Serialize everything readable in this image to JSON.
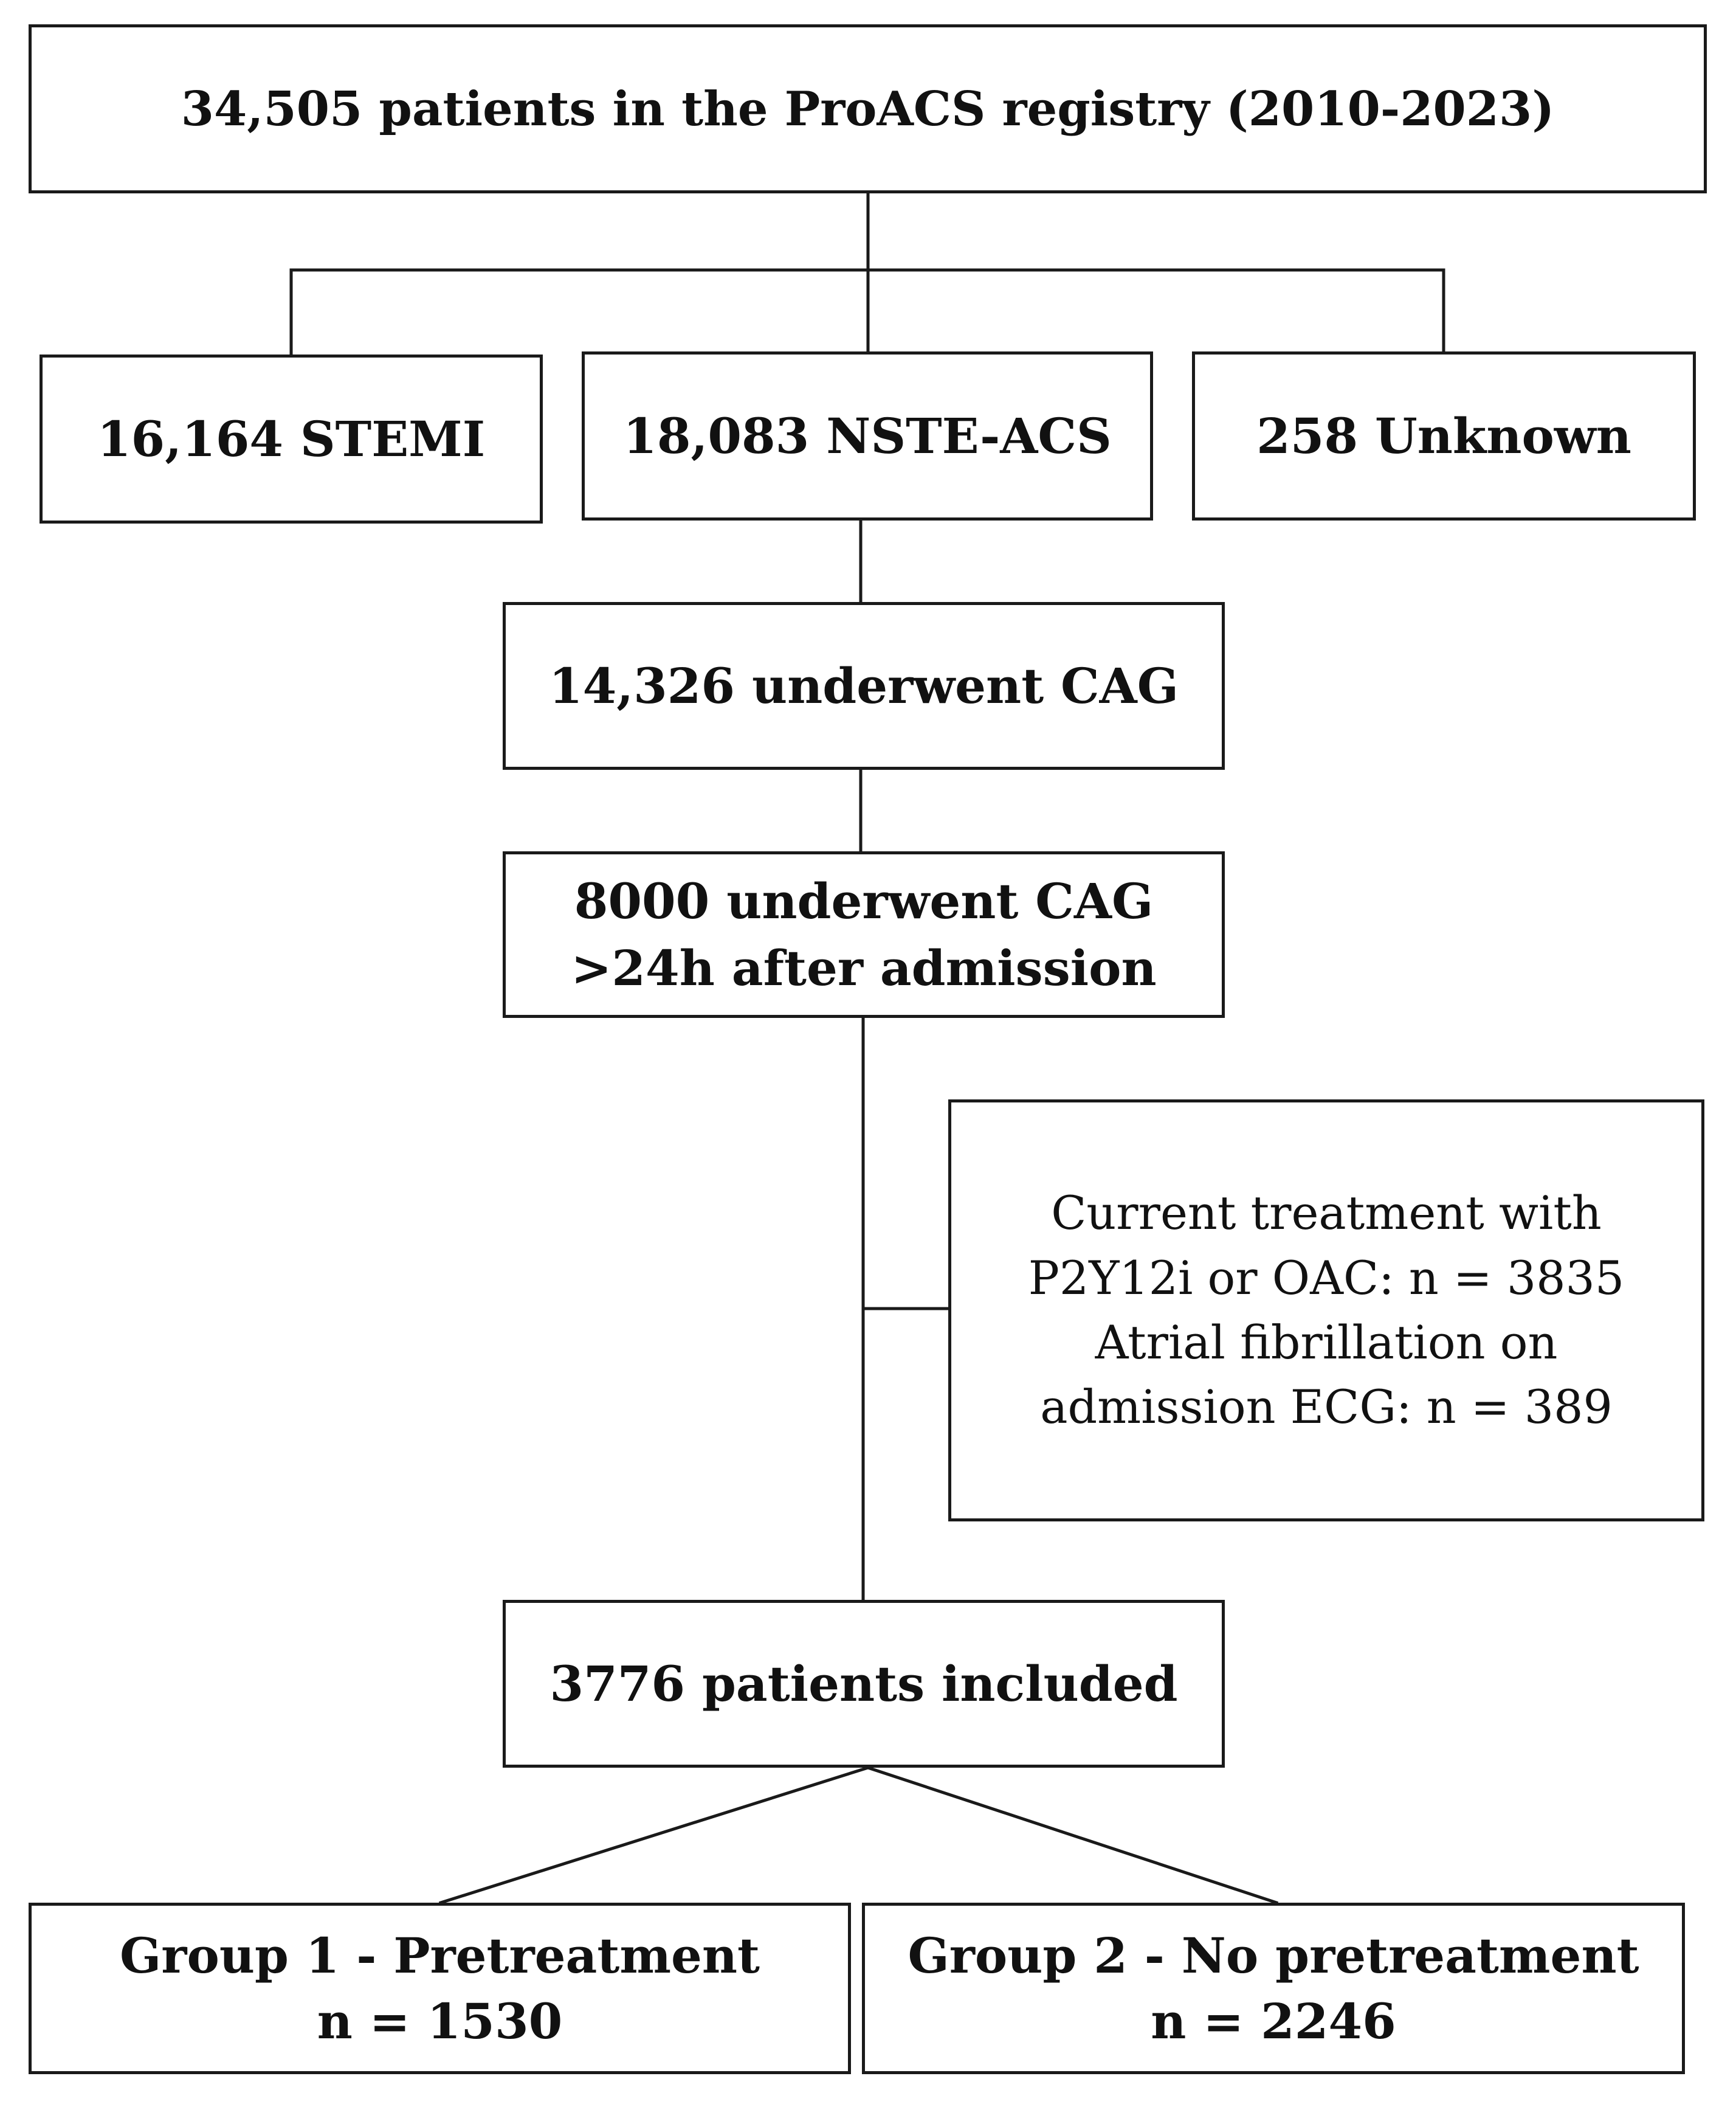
{
  "flow": {
    "registry": "34,505 patients in the ProACS registry (2010-2023)",
    "stemi": "16,164 STEMI",
    "nste": "18,083 NSTE-ACS",
    "unknown": "258 Unknown",
    "cag": "14,326 underwent CAG",
    "cag_late": {
      "line1": "8000 underwent CAG",
      "line2": ">24h after admission"
    },
    "exclusion": {
      "line1": "Current treatment with",
      "line2": "P2Y12i or OAC: n = 3835",
      "line3": "Atrial fibrillation on",
      "line4": "admission ECG: n = 389"
    },
    "included": "3776 patients included",
    "group1": {
      "title": "Group 1 - Pretreatment",
      "n": "n = 1530"
    },
    "group2": {
      "title": "Group 2 - No pretreatment",
      "n": "n = 2246"
    }
  }
}
